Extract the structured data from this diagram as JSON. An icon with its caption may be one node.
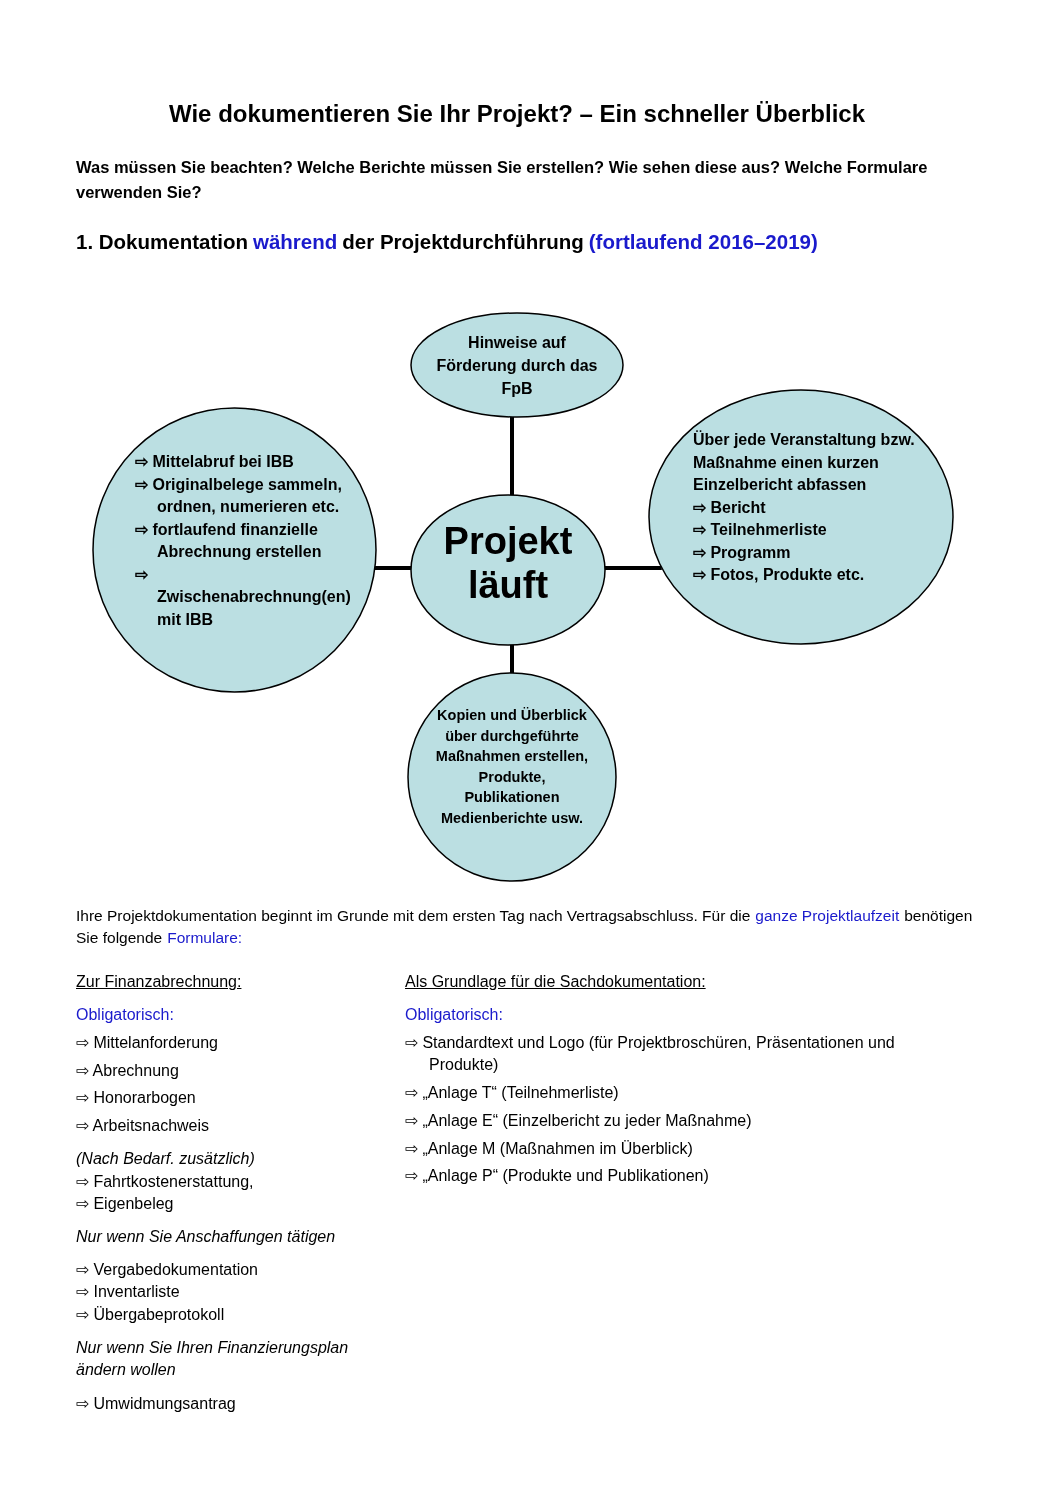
{
  "diagram": {
    "title": "Wie dokumentieren Sie Ihr Projekt? – Ein schneller Überblick",
    "nodes": [
      {
        "text": [
          "Projekt läuft"
        ]
      },
      {
        "text": [
          "Hinweise auf Förderung durch das FpB"
        ]
      },
      {
        "text": [
          "⇨ Mittelabruf bei IBB",
          "⇨ Originalbelege sammeln, ordnen, numerieren etc.",
          "⇨ fortlaufend finanzielle Abrechnung erstellen",
          "⇨ Zwischenabrechnung(en) mit IBB"
        ]
      },
      {
        "text": [
          "Über jede Veranstaltung bzw. Maßnahme einen kurzen Einzelbericht abfassen",
          "⇨ Bericht",
          "⇨ Teilnehmerliste",
          "⇨ Programm",
          "⇨ Fotos, Produkte etc."
        ]
      },
      {
        "text": [
          "Kopien und Überblick über durchgeführte Maßnahmen erstellen, Produkte, Publikationen Medienberichte usw."
        ]
      }
    ],
    "edges": [
      {
        "from": 0,
        "to": 1,
        "arrow": "none"
      },
      {
        "from": 0,
        "to": 2,
        "arrow": "none"
      },
      {
        "from": 0,
        "to": 3,
        "arrow": "none"
      },
      {
        "from": 0,
        "to": 4,
        "arrow": "none"
      }
    ],
    "labels": [
      "Was müssen Sie beachten? Welche Berichte müssen Sie erstellen? Wie sehen diese aus? Welche Formulare verwenden Sie?",
      "1. Dokumentation",
      "während",
      "der Projektdurchführung",
      "(fortlaufend 2016–2019)",
      "Ihre Projektdokumentation beginnt im Grunde mit dem ersten Tag nach Vertragsabschluss. Für die",
      "ganze Projektlaufzeit",
      "benötigen Sie folgende",
      "Formulare:",
      "Zur Finanzabrechnung:",
      "Obligatorisch:",
      "⇨ Mittelanforderung",
      "⇨ Abrechnung",
      "⇨ Honorarbogen",
      "⇨ Arbeitsnachweis",
      "(Nach Bedarf. zusätzlich)",
      "⇨ Fahrtkostenerstattung,",
      "⇨ Eigenbeleg",
      "Nur wenn Sie Anschaffungen tätigen",
      "⇨ Vergabedokumentation",
      "⇨ Inventarliste",
      "⇨ Übergabeprotokoll",
      "Nur wenn Sie Ihren Finanzierungsplan ändern wollen",
      "⇨ Umwidmungsantrag",
      "Als Grundlage für die Sachdokumentation:",
      "Obligatorisch:",
      "⇨ Standardtext und Logo (für Projektbroschüren, Präsentationen und Produkte)",
      "⇨ „Anlage T“ (Teilnehmerliste)",
      "⇨ „Anlage E“ (Einzelbericht zu jeder Maßnahme)",
      "⇨ „Anlage M (Maßnahmen im Überblick)",
      "⇨ „Anlage P“ (Produkte und Publikationen)"
    ]
  }
}
